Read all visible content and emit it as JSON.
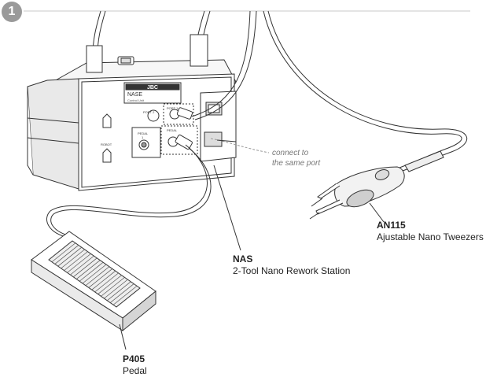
{
  "step": "1",
  "station": {
    "brand": "JBC",
    "model": "NASE",
    "sublabel": "Control Unit",
    "ports": {
      "port2": "PORT 2",
      "port1": "PORT 1",
      "pedal": "PEDAL",
      "pedal_num": "1",
      "robot": "ROBOT"
    }
  },
  "note": {
    "line1": "connect to",
    "line2": "the same port"
  },
  "labels": [
    {
      "code": "AN115",
      "desc": "Ajustable Nano Tweezers"
    },
    {
      "code": "NAS",
      "desc": "2-Tool Nano Rework Station"
    },
    {
      "code": "P405",
      "desc": "Pedal"
    }
  ]
}
